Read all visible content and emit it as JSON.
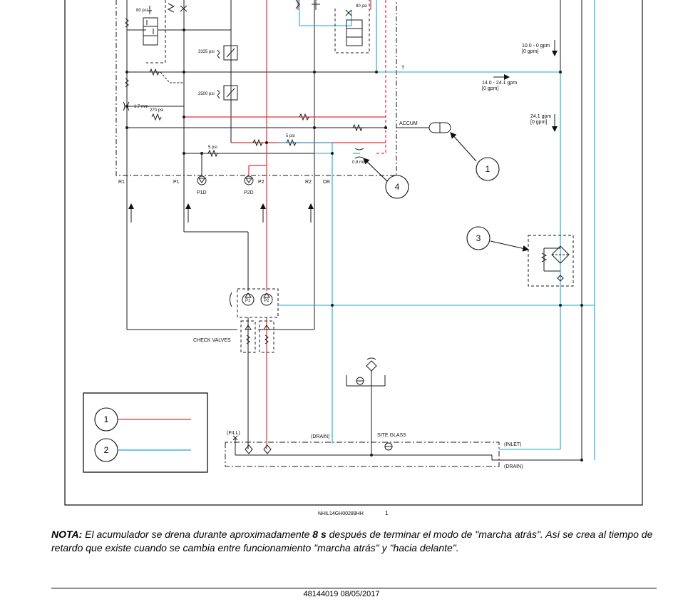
{
  "labels": {
    "p80_left": "80 psi",
    "p80_right": "80 psi",
    "p3335": "3335 psi",
    "p2500": "2500 psi",
    "orifice_17": "1.7 mm",
    "p270": "270 psi",
    "p5_a": "5 psi",
    "p5_b": "5 psi",
    "orifice_08": "0.8 mm",
    "t_port": "T",
    "accum": "ACCUM",
    "flow_top": "10.0 - 0 gpm",
    "flow_top_sub": "[0 gpm]",
    "flow_mid": "14.0 - 24.1 gpm",
    "flow_mid_sub": "[0 gpm]",
    "flow_low": "24.1 gpm",
    "flow_low_sub": "[0 gpm]",
    "r1": "R1",
    "p1": "P1",
    "p2": "P2",
    "r2": "R2",
    "dr": "DR",
    "p1d": "P1D",
    "p2d": "P2D",
    "check_valves": "CHECK VALVES",
    "fill": "(FILL)",
    "drain_tank": "(DRAIN)",
    "site_glass": "SITE GLASS",
    "inlet": "(INLET)",
    "drain_out": "(DRAIN)",
    "pump_p1": "P1",
    "pump_p2": "P2"
  },
  "callouts": [
    "1",
    "2",
    "3",
    "4"
  ],
  "legend": [
    {
      "number": "1",
      "color": "#e0303a"
    },
    {
      "number": "2",
      "color": "#1aa7d8"
    }
  ],
  "figure": {
    "ref": "NHIL14GH00289HH",
    "number": "1"
  },
  "note": {
    "label": "NOTA:",
    "text_before": " El acumulador se drena durante aproximadamente ",
    "bold_value": "8 s",
    "text_after": " después de terminar el modo de \"marcha atrás\". Así se crea al tiempo de retardo que existe cuando se cambia entre funcionamiento \"marcha atrás\" y \"hacia delante\"."
  },
  "footer": "48144019 08/05/2017",
  "colors": {
    "pressure_line": "#e0303a",
    "return_line": "#1aa7d8",
    "line": "#1a1a1a"
  }
}
